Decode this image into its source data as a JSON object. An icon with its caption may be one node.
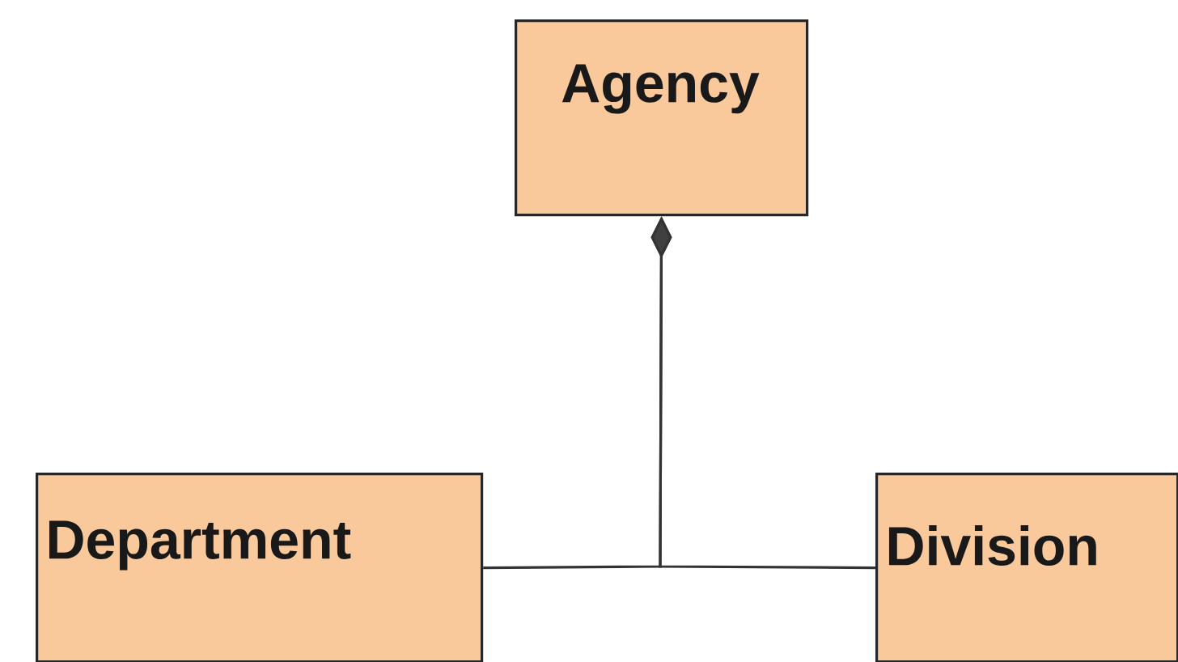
{
  "diagram": {
    "nodes": [
      {
        "text": [
          "Agency"
        ]
      },
      {
        "text": [
          "Department"
        ]
      },
      {
        "text": [
          "Division"
        ]
      }
    ],
    "edges": [
      {
        "from": 1,
        "to": 0,
        "arrow": "other"
      },
      {
        "from": 2,
        "to": 0,
        "arrow": "other"
      }
    ]
  }
}
